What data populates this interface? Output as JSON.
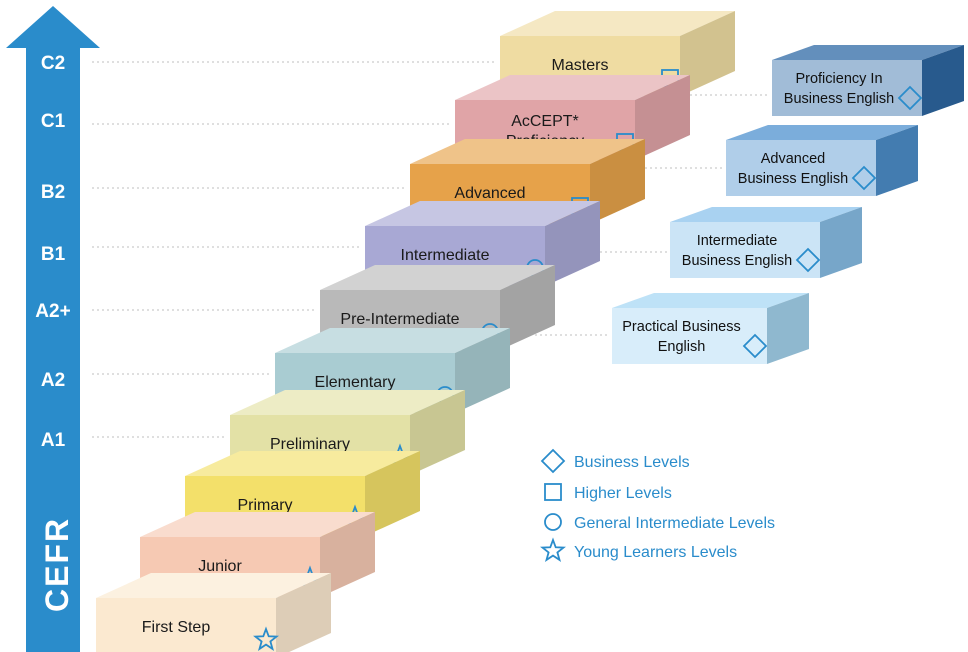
{
  "cefr": {
    "title": "CEFR",
    "levels": [
      "C2",
      "C1",
      "B2",
      "B1",
      "A2+",
      "A2",
      "A1"
    ]
  },
  "steps": [
    {
      "label": "First Step",
      "symbol": "star",
      "color": "#fbe9d0"
    },
    {
      "label": "Junior",
      "symbol": "star",
      "color": "#f6c9b3"
    },
    {
      "label": "Primary",
      "symbol": "star",
      "color": "#f3e06a"
    },
    {
      "label": "Preliminary",
      "symbol": "star",
      "color": "#e3e1a6"
    },
    {
      "label": "Elementary",
      "symbol": "circle",
      "color": "#a9ccd2"
    },
    {
      "label": "Pre-Intermediate",
      "symbol": "circle",
      "color": "#b9b9b9"
    },
    {
      "label": "Intermediate",
      "symbol": "circle",
      "color": "#a8a8d4"
    },
    {
      "label": "Advanced",
      "symbol": "square",
      "color": "#e6a24a"
    },
    {
      "label": "AcCEPT* Proficiency",
      "symbol": "square",
      "color": "#e0a4a7"
    },
    {
      "label": "Masters",
      "symbol": "square",
      "color": "#efdca2"
    }
  ],
  "business": [
    {
      "line1": "Proficiency In",
      "line2": "Business English",
      "color": "#2f6aa6"
    },
    {
      "line1": "Advanced",
      "line2": "Business English",
      "color": "#4f92cf"
    },
    {
      "line1": "Intermediate",
      "line2": "Business English",
      "color": "#8cc3ec"
    },
    {
      "line1": "Practical Business",
      "line2": "English",
      "color": "#a8d8f4"
    }
  ],
  "legend": [
    {
      "symbol": "diamond",
      "label": "Business Levels"
    },
    {
      "symbol": "square",
      "label": "Higher Levels"
    },
    {
      "symbol": "circle",
      "label": "General Intermediate Levels"
    },
    {
      "symbol": "star",
      "label": "Young Learners Levels"
    }
  ],
  "colors": {
    "arrow": "#2a8ccb",
    "legend_text": "#2a8ccb",
    "symbol_stroke": "#2a8ccb"
  }
}
